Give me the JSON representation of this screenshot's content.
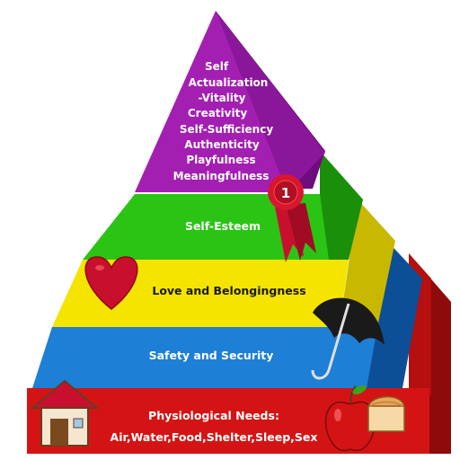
{
  "diagram": {
    "levels": [
      {
        "id": "self-actualization",
        "lines": [
          "Self",
          "Actualization",
          "-Vitality",
          "Creativity",
          "Self-Sufficiency",
          "Authenticity",
          "Playfulness",
          "Meaningfulness"
        ],
        "color": "#a31fb2",
        "text_color": "#ffffff"
      },
      {
        "id": "self-esteem",
        "lines": [
          "Self-Esteem"
        ],
        "color": "#2bc415",
        "text_color": "#ffffff"
      },
      {
        "id": "love-belonging",
        "lines": [
          "Love and Belongingness"
        ],
        "color": "#f5e400",
        "text_color": "#1a1a1a"
      },
      {
        "id": "safety-security",
        "lines": [
          "Safety and Security"
        ],
        "color": "#1e7fd6",
        "text_color": "#ffffff"
      },
      {
        "id": "physiological",
        "lines": [
          "Physiological Needs:",
          "Air,Water,Food,Shelter,Sleep,Sex"
        ],
        "color": "#d41414",
        "text_color": "#ffffff"
      }
    ],
    "badge_number": "1",
    "icons": [
      "ribbon-award-icon",
      "heart-icon",
      "umbrella-icon",
      "house-icon",
      "apple-icon",
      "bread-icon"
    ]
  }
}
